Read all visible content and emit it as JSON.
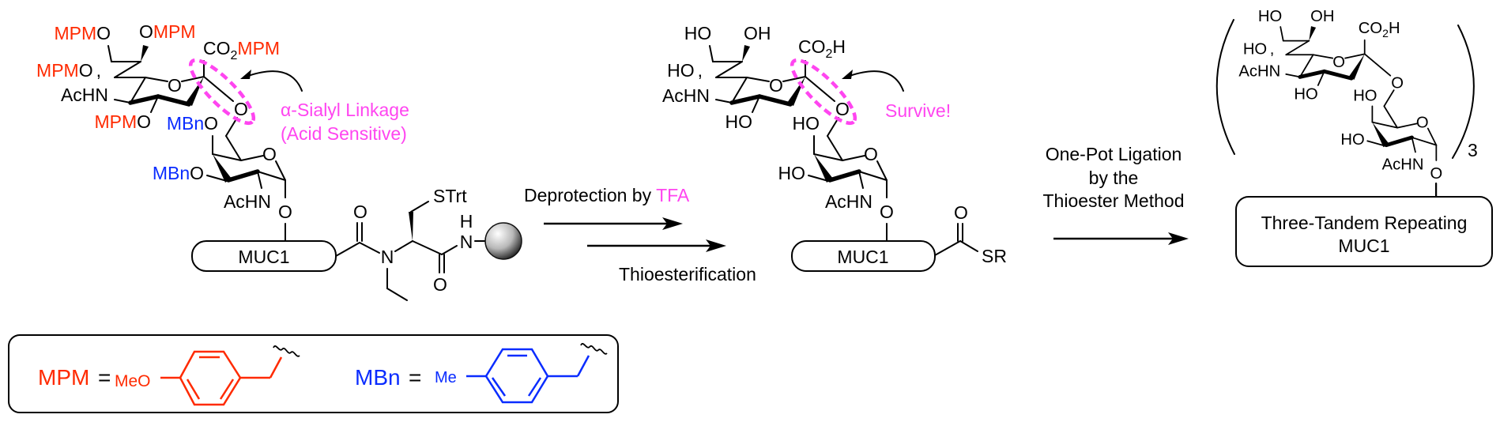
{
  "atoms": {
    "O": "O",
    "H": "H",
    "N": "N",
    "HO": "HO",
    "OH": "OH",
    "AcHN": "AcHN",
    "CO": "CO",
    "sub2": "2",
    "comma": ",",
    "STrt": "STrt",
    "SR": "SR"
  },
  "protecting_groups": {
    "mpm": "MPM",
    "mbn": "MBn"
  },
  "reactant": {
    "callout_line1": "α-Sialyl Linkage",
    "callout_line2": "(Acid Sensitive)",
    "peptide_label": "MUC1"
  },
  "step1": {
    "label_prefix": "Deprotection by ",
    "label_reagent": "TFA",
    "label_bottom": "Thioesterification"
  },
  "intermediate": {
    "callout": "Survive!",
    "peptide_label": "MUC1"
  },
  "step2": {
    "lines": [
      "One-Pot Ligation",
      "by the",
      "Thioester Method"
    ]
  },
  "product": {
    "repeat_count": "3",
    "box_lines": [
      "Three-Tandem Repeating",
      "MUC1"
    ]
  },
  "legend": {
    "mpm": {
      "label": "MPM",
      "equals": "=",
      "substituent": "MeO"
    },
    "mbn": {
      "label": "MBn",
      "equals": "=",
      "substituent": "Me"
    }
  },
  "colors": {
    "mpm": "#ff2a00",
    "mbn": "#0a2cff",
    "highlight": "#ff45f0",
    "text": "#000000"
  }
}
